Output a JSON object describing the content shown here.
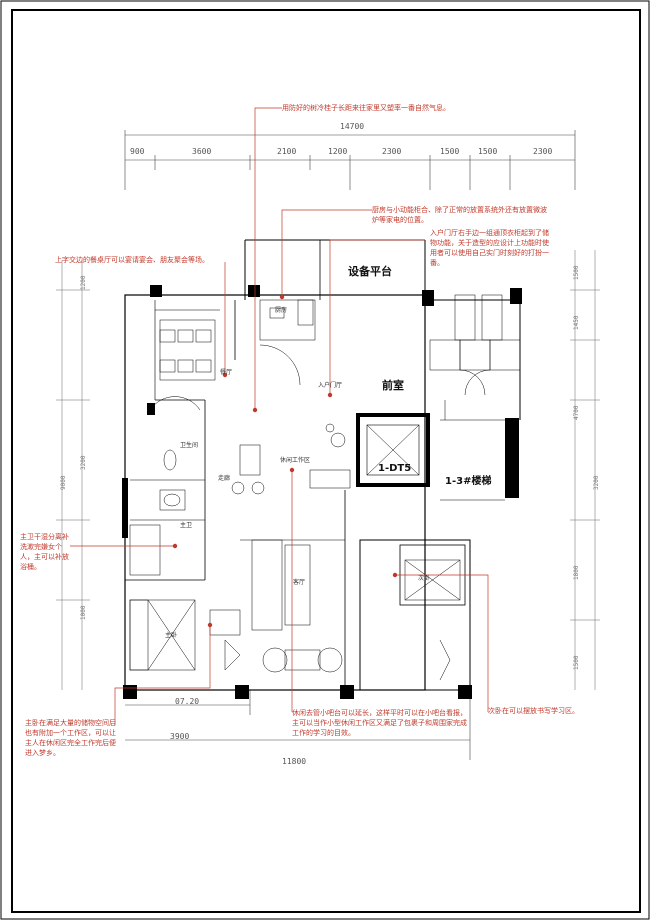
{
  "dimensions": {
    "top_total": "14700",
    "top_segments": [
      "900",
      "3600",
      "2100",
      "1200",
      "2300",
      "1500",
      "1500",
      "2300"
    ],
    "bottom_left": "3900",
    "bottom_mid": "07.20",
    "bottom_total": "11800",
    "left_outer": "9000",
    "left_seg_a": "1200",
    "left_seg_b": "3200",
    "left_seg_c": "1000",
    "right_outer": "3200",
    "right_seg_a": "1500",
    "right_seg_b": "1450",
    "right_seg_c": "4700",
    "right_seg_d": "1800",
    "right_seg_e": "1500"
  },
  "rooms": {
    "equipment_platform": "设备平台",
    "front_room": "前室",
    "elevator": "1-DT5",
    "stair": "1-3#楼梯",
    "kitchen": "厨房",
    "dining": "餐厅",
    "entrance": "入户门厅",
    "study": "休闲工作区",
    "bathroom": "卫生间",
    "walkway": "走廊",
    "master_bath": "主卫",
    "master_bed": "主卧",
    "living": "客厅",
    "second_bed": "次卧"
  },
  "annotations": {
    "top_window": "用防好的树冷桂子长距来往家里又塑率一番自然气息。",
    "entrance_storage": "厨房与小动能柜合、除了正常的放置系统外还有放置微波炉等家电的位置。",
    "entry_cabinet": "入户门厅右手边一组通顶衣柜起到了储物功能，关于造型的应设计上功能时使用者可以使用自己实门时刻好的打扮一番。",
    "dining_note": "上字交边的餐桌厅可以宴请宴会、朋友聚会等场。",
    "bath_note": "主卫干湿分离补洗漱完嫌女个人，主可以补放浴桶。",
    "bedroom_note": "主卧在满足大量的储物空间后也有附加一个工作区，可以让主人在休闲区完全工作完后便进入梦乡。",
    "study_note": "休闲去管小吧台可以延长，这样平时可以在小吧台看报，主可以当作小型休闲工作区又满足了包裹子和周围家完成工作的学习的目效。",
    "second_bed_note": "次卧在可以摆放书写学习区。"
  }
}
